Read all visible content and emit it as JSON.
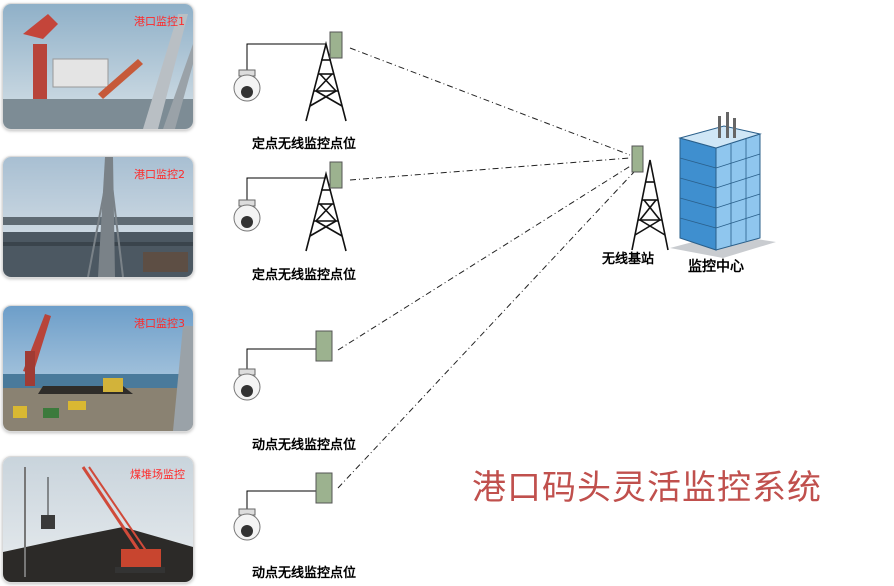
{
  "thumbnails": [
    {
      "label": "港口监控1"
    },
    {
      "label": "港口监控2"
    },
    {
      "label": "港口监控3"
    },
    {
      "label": "煤堆场监控"
    }
  ],
  "sites": [
    {
      "label": "定点无线监控点位"
    },
    {
      "label": "定点无线监控点位"
    },
    {
      "label": "动点无线监控点位"
    },
    {
      "label": "动点无线监控点位"
    }
  ],
  "base_station": {
    "label": "无线基站"
  },
  "center": {
    "label": "监控中心"
  },
  "title": "港口码头灵活监控系统",
  "colors": {
    "title": "#c0504d",
    "thumb_label": "#ff2a2a",
    "link_line": "#222222"
  }
}
